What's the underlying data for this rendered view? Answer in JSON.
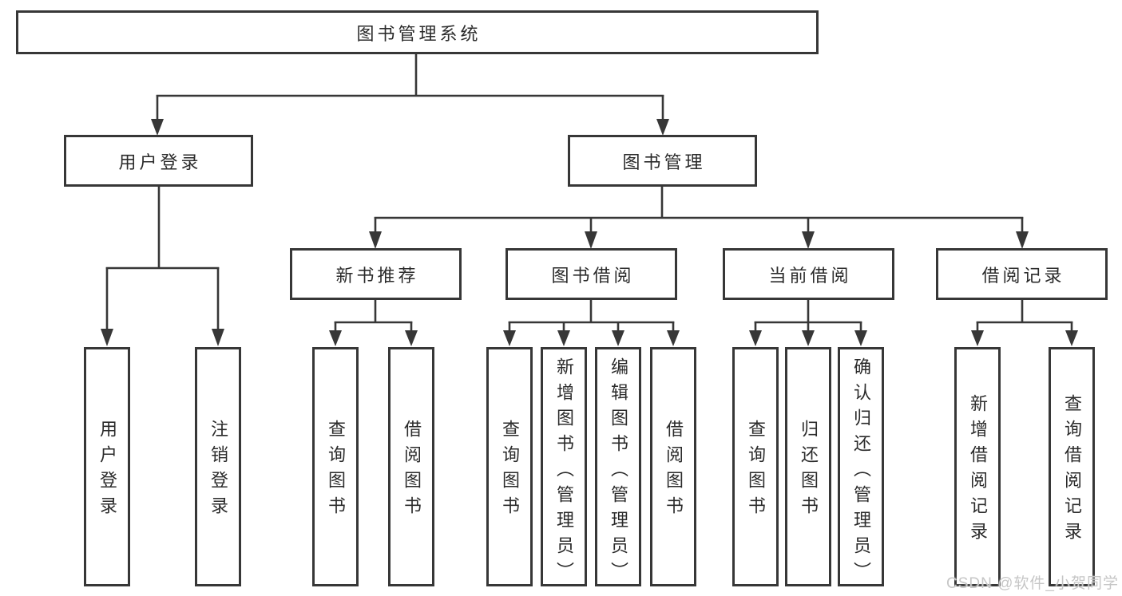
{
  "colors": {
    "background": "#ffffff",
    "line": "#373737",
    "text": "#2b2b2b",
    "watermark": "#c6c6c6"
  },
  "diagram": {
    "root": {
      "label": "图书管理系统"
    },
    "branches": [
      {
        "label": "用户登录",
        "leaves": [
          "用户登录",
          "注销登录"
        ]
      },
      {
        "label": "图书管理",
        "groups": [
          {
            "label": "新书推荐",
            "leaves": [
              "查询图书",
              "借阅图书"
            ]
          },
          {
            "label": "图书借阅",
            "leaves": [
              "查询图书",
              "新增图书（管理员）",
              "编辑图书（管理员）",
              "借阅图书"
            ]
          },
          {
            "label": "当前借阅",
            "leaves": [
              "查询图书",
              "归还图书",
              "确认归还（管理员）"
            ]
          },
          {
            "label": "借阅记录",
            "leaves": [
              "新增借阅记录",
              "查询借阅记录"
            ]
          }
        ]
      }
    ],
    "watermark": "CSDN @软件_小贺同学"
  }
}
